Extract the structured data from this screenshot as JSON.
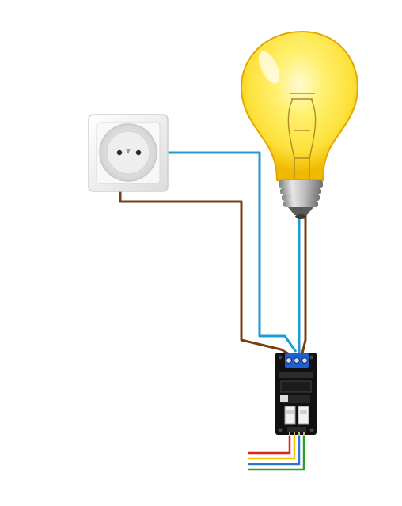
{
  "diagram": {
    "components": [
      {
        "id": "outlet",
        "icon": "wall-socket-icon"
      },
      {
        "id": "lamp",
        "icon": "light-bulb-icon"
      },
      {
        "id": "module",
        "icon": "solid-state-relay-module-icon"
      }
    ],
    "wires": [
      {
        "from": "outlet",
        "to": "module",
        "color": "#1e9ad6"
      },
      {
        "from": "outlet",
        "to": "module",
        "color": "#7a3c10"
      },
      {
        "from": "lamp",
        "to": "module",
        "color": "#1e9ad6"
      },
      {
        "from": "lamp",
        "to": "module",
        "color": "#7a3c10"
      }
    ],
    "control_wires": [
      "#e02020",
      "#f2c200",
      "#2e74d6",
      "#2aa02a"
    ],
    "colors": {
      "bulb_glass": "#fde13a",
      "bulb_glow": "#fff7b0",
      "bulb_edge": "#e2a800",
      "base_metal": "#b9b9b9",
      "board": "#111111",
      "terminal": "#1f5fd1",
      "relay_body": "#f2f2f2",
      "socket_face": "#f4f4f4"
    }
  }
}
